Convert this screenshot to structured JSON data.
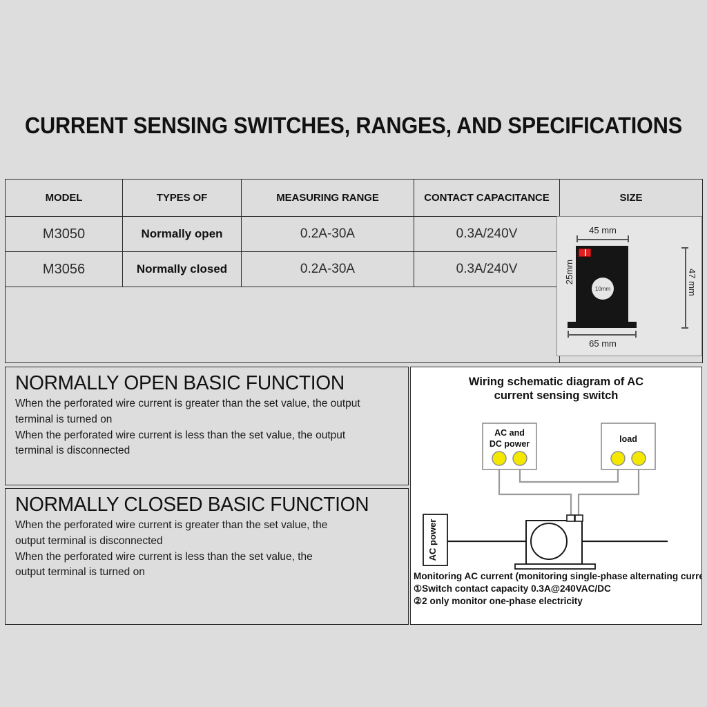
{
  "page": {
    "title": "CURRENT SENSING SWITCHES, RANGES, AND SPECIFICATIONS",
    "background_color": "#dddddd"
  },
  "spec_table": {
    "headers": [
      "MODEL",
      "TYPES OF",
      "MEASURING RANGE",
      "CONTACT CAPACITANCE",
      "SIZE"
    ],
    "rows": [
      {
        "model": "M3050",
        "type": "Normally open",
        "range": "0.2A-30A",
        "capacitance": "0.3A/240V"
      },
      {
        "model": "M3056",
        "type": "Normally closed",
        "range": "0.2A-30A",
        "capacitance": "0.3A/240V"
      }
    ]
  },
  "size_diagram": {
    "width_top": "45 mm",
    "width_base": "65 mm",
    "height_right": "47 mm",
    "height_left": "25mm",
    "hole_diameter": "10mm",
    "body_color": "#151515",
    "terminal_color": "#e02020"
  },
  "function_panels": [
    {
      "heading": "NORMALLY OPEN BASIC FUNCTION",
      "lines": [
        "When the perforated wire current is greater than the set value, the output",
        "terminal is turned on",
        "When the perforated wire current is less than the set value, the output",
        "terminal is disconnected"
      ]
    },
    {
      "heading": "NORMALLY CLOSED BASIC FUNCTION",
      "lines": [
        "When the perforated wire current is greater than the set value, the",
        "output terminal is disconnected",
        "When the perforated wire current is less than the set value, the",
        "output terminal is turned on"
      ]
    }
  ],
  "schematic": {
    "title_line1": "Wiring schematic diagram of AC",
    "title_line2": "current sensing switch",
    "power_box_line1": "AC and",
    "power_box_line2": "DC power",
    "load_box_label": "load",
    "ac_power_label": "AC power",
    "terminal_color": "#f5e800",
    "notes": [
      "Monitoring AC current (monitoring single-phase alternating current)",
      "①Switch contact capacity 0.3A@240VAC/DC",
      "②2 only monitor one-phase electricity"
    ]
  }
}
